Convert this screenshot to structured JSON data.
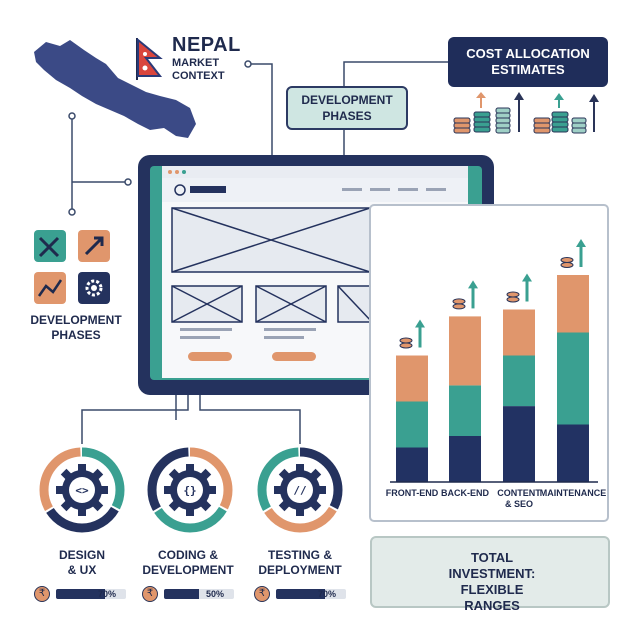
{
  "header": {
    "title": "NEPAL",
    "subtitle": "MARKET CONTEXT"
  },
  "cost_box": {
    "label": "COST ALLOCATION ESTIMATES"
  },
  "dev_phases_box": {
    "label": "DEVELOPMENT PHASES"
  },
  "dev_phases_left": {
    "label": "DEVELOPMENT PHASES"
  },
  "icons": [
    "tools-icon",
    "cursor-arrow-icon",
    "line-chart-icon",
    "gear-icon"
  ],
  "phases": [
    {
      "label_line1": "DESIGN",
      "label_line2": "& UX",
      "progress": "70%",
      "code_symbol": "<>"
    },
    {
      "label_line1": "CODING &",
      "label_line2": "DEVELOPMENT",
      "progress": "50%",
      "code_symbol": "{}"
    },
    {
      "label_line1": "TESTING &",
      "label_line2": "DEPLOYMENT",
      "progress": "70%",
      "code_symbol": "//"
    }
  ],
  "chart_data": {
    "type": "bar",
    "stacked": true,
    "categories": [
      "FRONT-END",
      "BACK-END",
      "CONTENT & SEO",
      "MAINTENANCE"
    ],
    "category_lines": [
      [
        "FRONT-END"
      ],
      [
        "BACK-END"
      ],
      [
        "CONTENT",
        "& SEO"
      ],
      [
        "MAINTENANCE"
      ]
    ],
    "series": [
      {
        "values": [
          15,
          20,
          33,
          25
        ],
        "color": "#223263"
      },
      {
        "values": [
          20,
          22,
          22,
          40
        ],
        "color": "#3aa091"
      },
      {
        "values": [
          20,
          30,
          20,
          25
        ],
        "color": "#e0966c"
      }
    ],
    "ylim": [
      0,
      100
    ],
    "grid": false
  },
  "total": {
    "line1": "TOTAL",
    "line2": "INVESTMENT:",
    "line3": "FLEXIBLE RANGES"
  },
  "colors": {
    "navy": "#1f2d5a",
    "teal": "#3aa091",
    "orange": "#e0966c",
    "light_teal": "#cfe6e2",
    "map_blue": "#3b4a86"
  }
}
